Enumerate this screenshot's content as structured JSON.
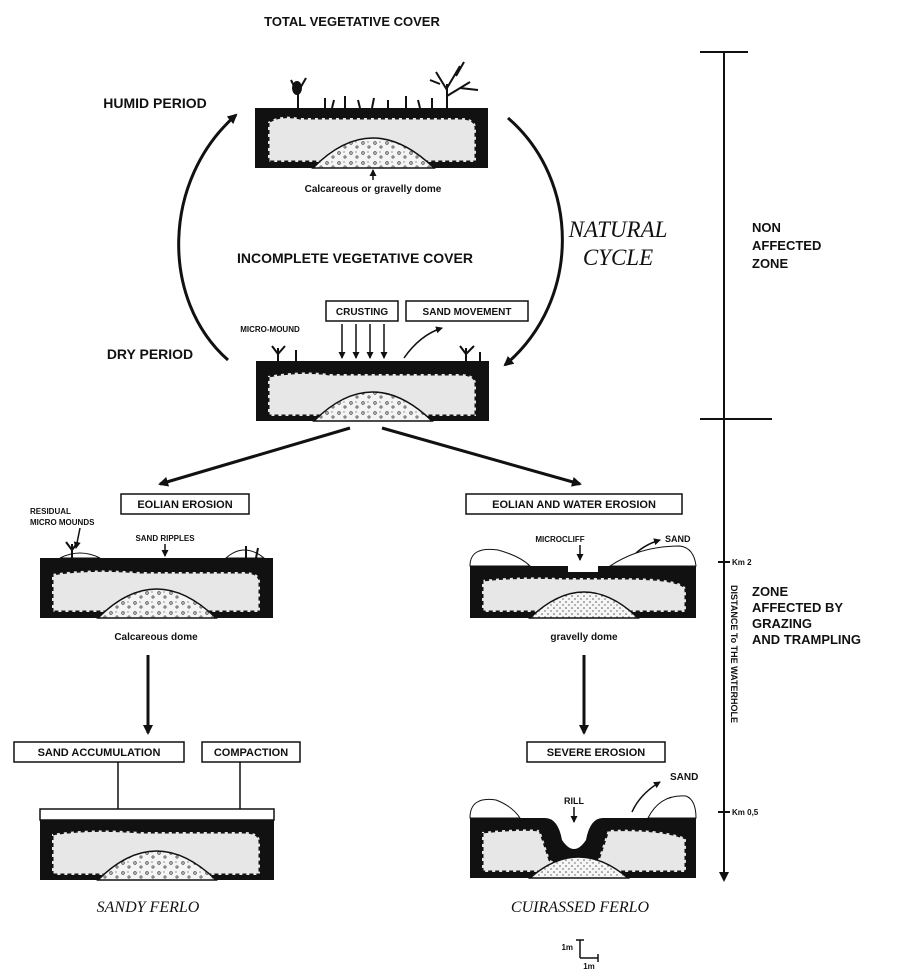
{
  "top": {
    "title": "TOTAL VEGETATIVE COVER",
    "humid_period": "HUMID PERIOD",
    "dome_caption": "Calcareous or gravelly dome",
    "natural_cycle_1": "NATURAL",
    "natural_cycle_2": "CYCLE",
    "incomplete_cover": "INCOMPLETE VEGETATIVE COVER",
    "dry_period": "DRY PERIOD",
    "micro_mound": "MICRO-MOUND",
    "crusting": "CRUSTING",
    "sand_movement": "SAND MOVEMENT"
  },
  "zones": {
    "non_affected_1": "NON",
    "non_affected_2": "AFFECTED",
    "non_affected_3": "ZONE",
    "affected_1": "ZONE",
    "affected_2": "AFFECTED BY",
    "affected_3": "GRAZING",
    "affected_4": "AND TRAMPLING",
    "axis_label": "DISTANCE To THE WATERHOLE",
    "km2": "Km 2",
    "km05": "Km 0,5"
  },
  "left": {
    "eolian_erosion": "EOLIAN EROSION",
    "residual_1": "RESIDUAL",
    "residual_2": "MICRO MOUNDS",
    "sand_ripples": "SAND RIPPLES",
    "dome_caption": "Calcareous dome",
    "sand_accumulation": "SAND ACCUMULATION",
    "compaction": "COMPACTION",
    "result": "SANDY FERLO"
  },
  "right": {
    "eolian_water_erosion": "EOLIAN AND WATER EROSION",
    "microcliff": "MICROCLIFF",
    "sand": "SAND",
    "dome_caption": "gravelly dome",
    "severe_erosion": "SEVERE EROSION",
    "rill": "RILL",
    "sand2": "SAND",
    "result": "CUIRASSED FERLO"
  },
  "scale": {
    "vertical": "1m",
    "horizontal": "1m"
  }
}
